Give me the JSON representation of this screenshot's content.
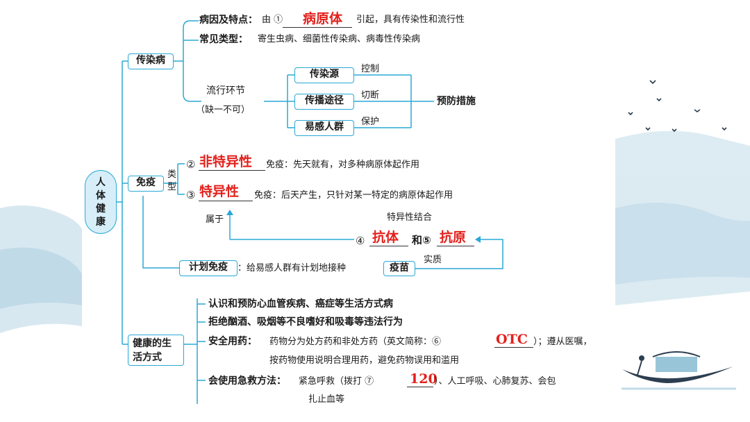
{
  "root": {
    "chars": [
      "人",
      "体",
      "健",
      "康"
    ]
  },
  "infectious": {
    "title": "传染病",
    "cause": {
      "label": "病因及特点：",
      "pre": "由 ①",
      "answer": "病原体",
      "post": "引起，具有传染性和流行性"
    },
    "types": {
      "label": "常见类型：",
      "text": "寄生虫病、细菌性传染病、病毒性传染病"
    },
    "links": {
      "label": "流行环节",
      "note": "（缺一不可）",
      "items": [
        {
          "name": "传染源",
          "measure": "控制"
        },
        {
          "name": "传播途径",
          "measure": "切断"
        },
        {
          "name": "易感人群",
          "measure": "保护"
        }
      ],
      "prevention": "预防措施"
    }
  },
  "immunity": {
    "title": "免疫",
    "type_label": [
      "类",
      "型"
    ],
    "nonspecific": {
      "num": "②",
      "answer": "非特异性",
      "suffix": "免疫：先天就有，对多种病原体起作用"
    },
    "specific": {
      "num": "③",
      "answer": "特异性",
      "suffix": "免疫：后天产生，只针对某一特定的病原体起作用"
    },
    "belongs": "属于",
    "binding": "特异性结合",
    "antibody": {
      "num": "④",
      "answer": "抗体"
    },
    "and": "和⑤",
    "antigen": {
      "answer": "抗原"
    },
    "essence": "实质",
    "planned": {
      "title": "计划免疫",
      "text": "：给易感人群有计划地接种",
      "vaccine": "疫苗"
    }
  },
  "lifestyle": {
    "title_lines": [
      "健康的生",
      "活方式"
    ],
    "items": [
      "认识和预防心血管疾病、癌症等生活方式病",
      "拒绝酗酒、吸烟等不良嗜好和吸毒等违法行为"
    ],
    "drug": {
      "label": "安全用药：",
      "text1": "药物分为处方药和非处方药（英文简称：⑥",
      "answer": "OTC",
      "text2": "）；遵从医嘱，",
      "text3": "按药物使用说明合理用药，避免药物误用和滥用"
    },
    "first_aid": {
      "label": "会使用急救方法：",
      "text1": "紧急呼救（拨打 ⑦",
      "answer": "120",
      "text2": "）、人工呼吸、心肺复苏、会包",
      "text3": "扎止血等"
    }
  },
  "colors": {
    "line": "#29a8d6",
    "answer": "#e3201b",
    "root_fill": "#d7eef9"
  }
}
